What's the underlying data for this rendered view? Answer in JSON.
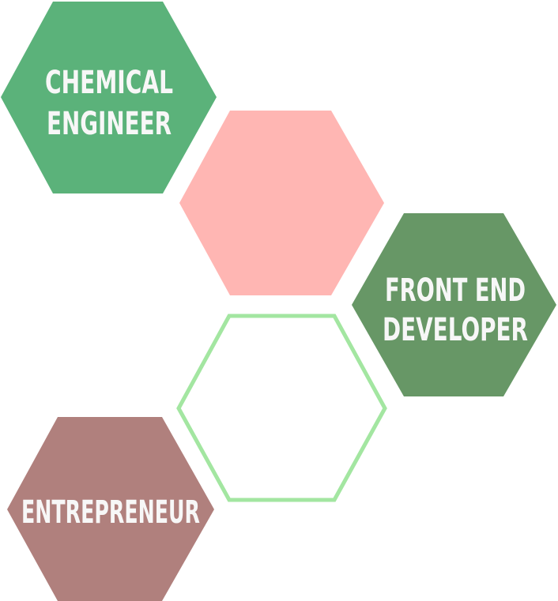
{
  "colors": {
    "background": "#ffffff",
    "label_text": "#f7f7f7",
    "chemical_engineer": "#5bb27a",
    "pink": "#ffb6b3",
    "front_end_developer": "#679766",
    "outline_green": "#a3e6a1",
    "entrepreneur": "#b0807d"
  },
  "hexagons": {
    "chemical_engineer": {
      "lines": [
        "CHEMICAL",
        "ENGINEER"
      ]
    },
    "front_end_developer": {
      "lines": [
        "FRONT END",
        "DEVELOPER"
      ]
    },
    "entrepreneur": {
      "lines": [
        "ENTREPRENEUR"
      ]
    }
  }
}
